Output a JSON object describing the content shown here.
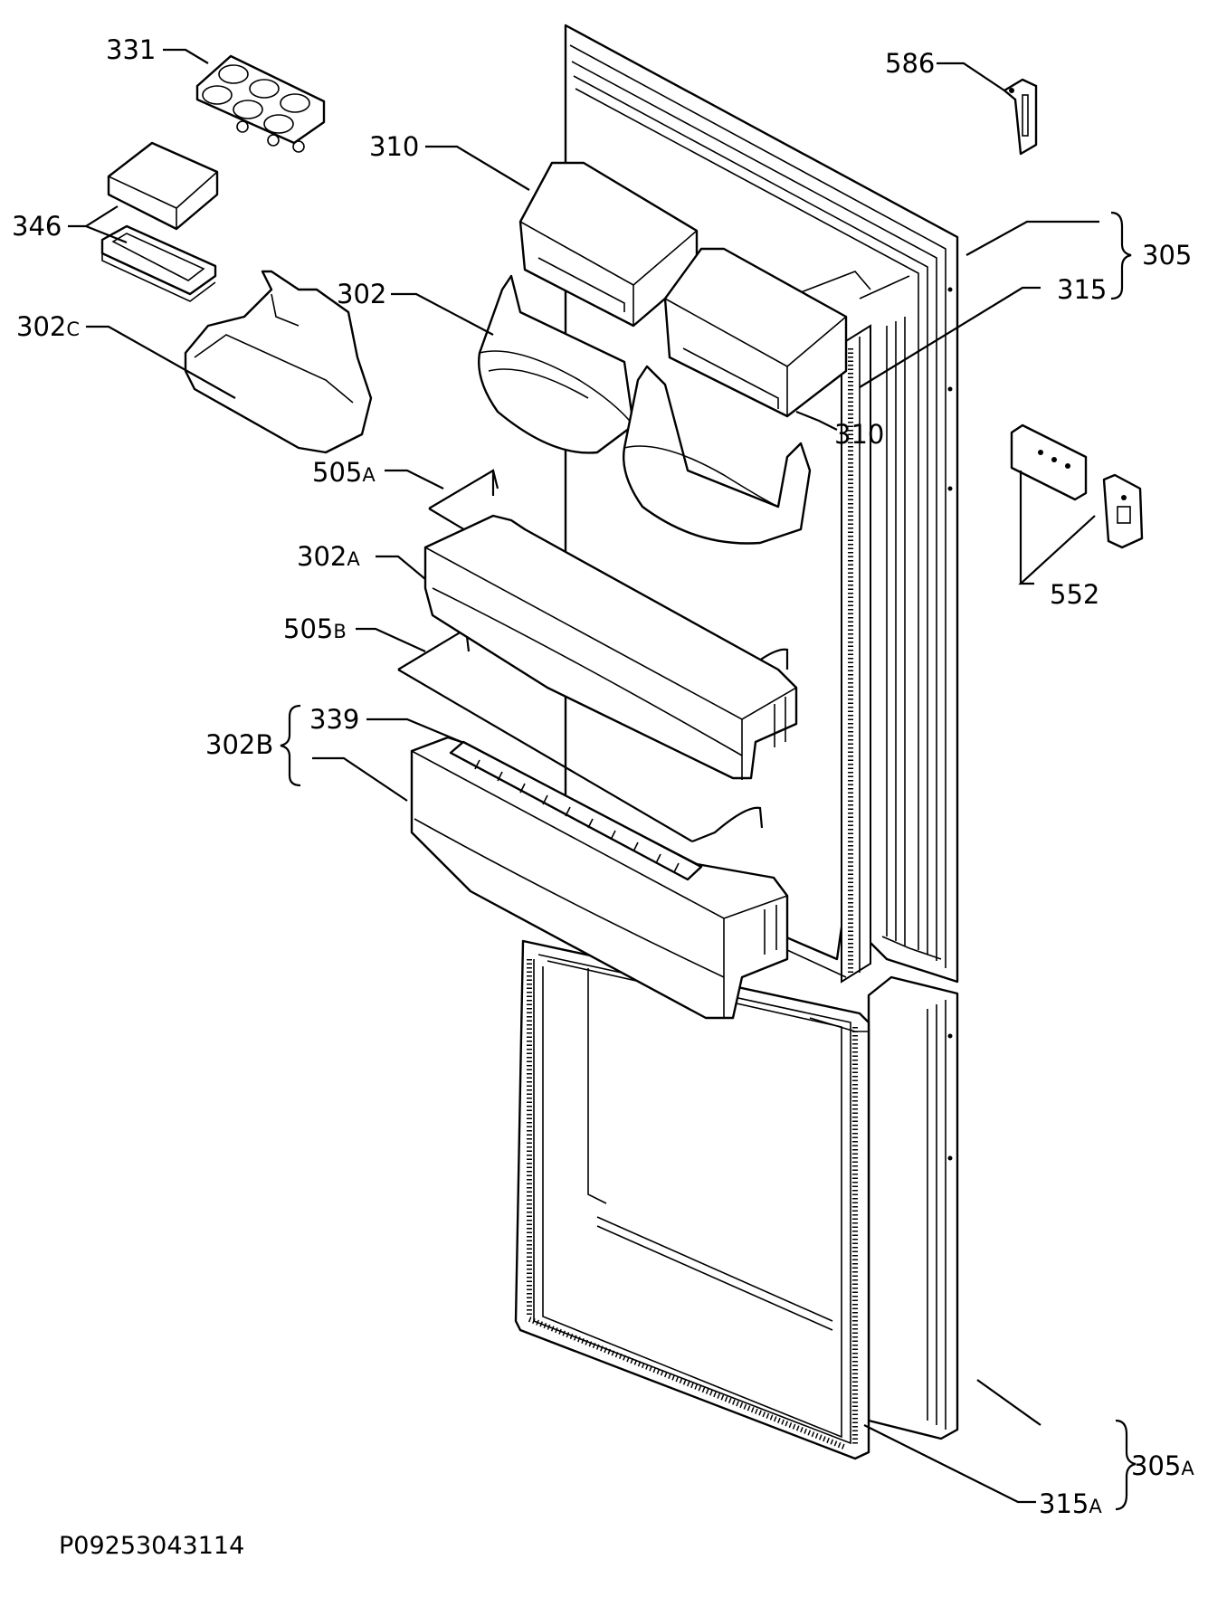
{
  "drawing": {
    "reference_code": "P09253043114",
    "callouts": [
      {
        "id": "331",
        "text": "331"
      },
      {
        "id": "346",
        "text": "346"
      },
      {
        "id": "302c",
        "main": "302",
        "suffix": "C"
      },
      {
        "id": "310a",
        "text": "310"
      },
      {
        "id": "302",
        "text": "302"
      },
      {
        "id": "310b",
        "text": "310"
      },
      {
        "id": "505a",
        "main": "505",
        "suffix": "A"
      },
      {
        "id": "302a",
        "main": "302",
        "suffix": "A"
      },
      {
        "id": "505b",
        "main": "505",
        "suffix": "B"
      },
      {
        "id": "302b",
        "main": "302",
        "suffix": "B"
      },
      {
        "id": "339",
        "text": "339"
      },
      {
        "id": "586",
        "text": "586"
      },
      {
        "id": "305",
        "text": "305"
      },
      {
        "id": "315",
        "text": "315"
      },
      {
        "id": "552",
        "text": "552"
      },
      {
        "id": "305a",
        "main": "305",
        "suffix": "A"
      },
      {
        "id": "315a",
        "main": "315",
        "suffix": "A"
      }
    ]
  }
}
